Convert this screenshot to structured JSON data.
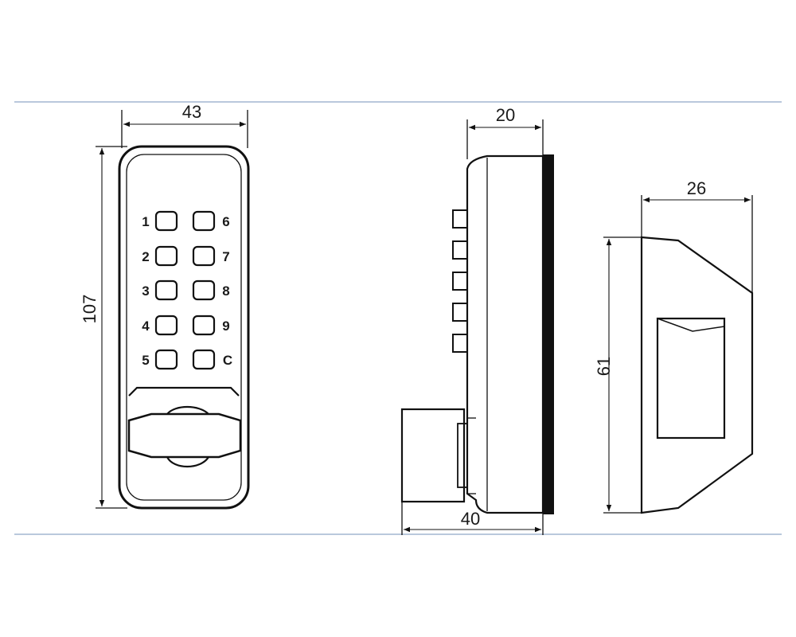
{
  "dimensions": {
    "front_width": "43",
    "front_height": "107",
    "side_top": "20",
    "side_bottom": "40",
    "end_width": "26",
    "end_height": "61"
  },
  "keypad": {
    "left_column": [
      "1",
      "2",
      "3",
      "4",
      "5"
    ],
    "right_column": [
      "6",
      "7",
      "8",
      "9",
      "C"
    ]
  },
  "colors": {
    "line": "#111111",
    "frame": "#8fa6c8",
    "background": "#ffffff"
  }
}
